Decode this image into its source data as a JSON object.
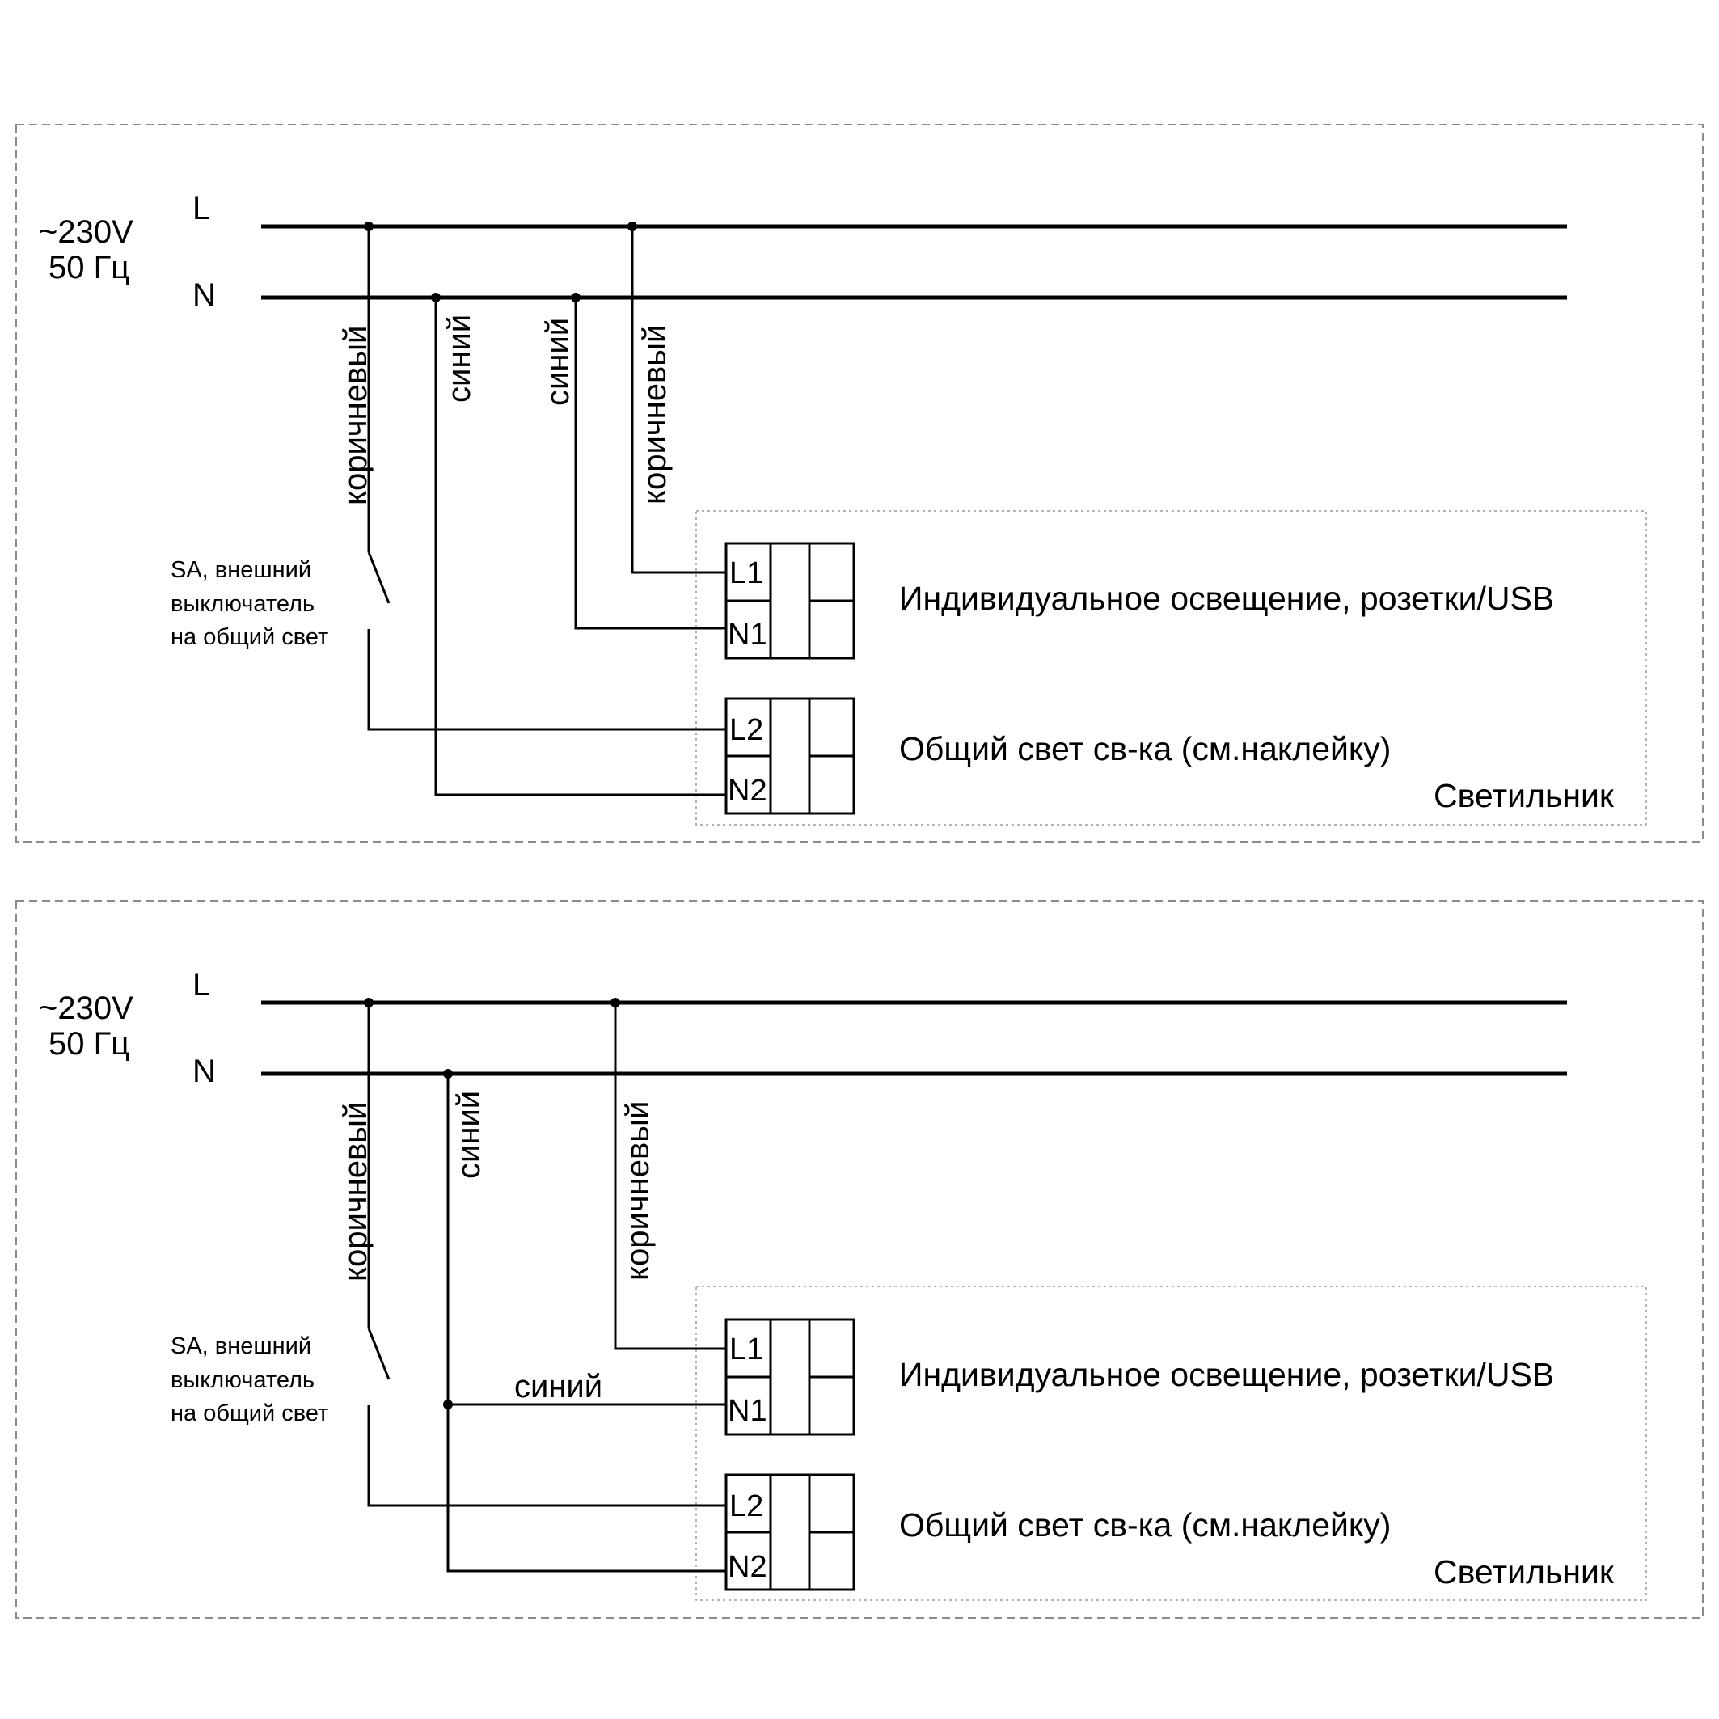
{
  "diagrams": [
    {
      "supply": {
        "voltage": "~230V",
        "frequency": "50 Гц"
      },
      "lines": {
        "phase": "L",
        "neutral": "N"
      },
      "wire_labels": [
        "коричневый",
        "синий",
        "синий",
        "коричневый"
      ],
      "switch_label": [
        "SA, внешний",
        "выключатель",
        "на общий свет"
      ],
      "terminals": [
        "L1",
        "N1",
        "L2",
        "N2"
      ],
      "circuit_1": "Индивидуальное освещение, розетки/USB",
      "circuit_2": "Общий свет св-ка (см.наклейку)",
      "fixture_label": "Светильник"
    },
    {
      "supply": {
        "voltage": "~230V",
        "frequency": "50 Гц"
      },
      "lines": {
        "phase": "L",
        "neutral": "N"
      },
      "wire_labels": [
        "коричневый",
        "синий",
        "коричневый"
      ],
      "n1_wire_label": "синий",
      "switch_label": [
        "SA, внешний",
        "выключатель",
        "на общий свет"
      ],
      "terminals": [
        "L1",
        "N1",
        "L2",
        "N2"
      ],
      "circuit_1": "Индивидуальное освещение, розетки/USB",
      "circuit_2": "Общий свет св-ка (см.наклейку)",
      "fixture_label": "Светильник"
    }
  ]
}
